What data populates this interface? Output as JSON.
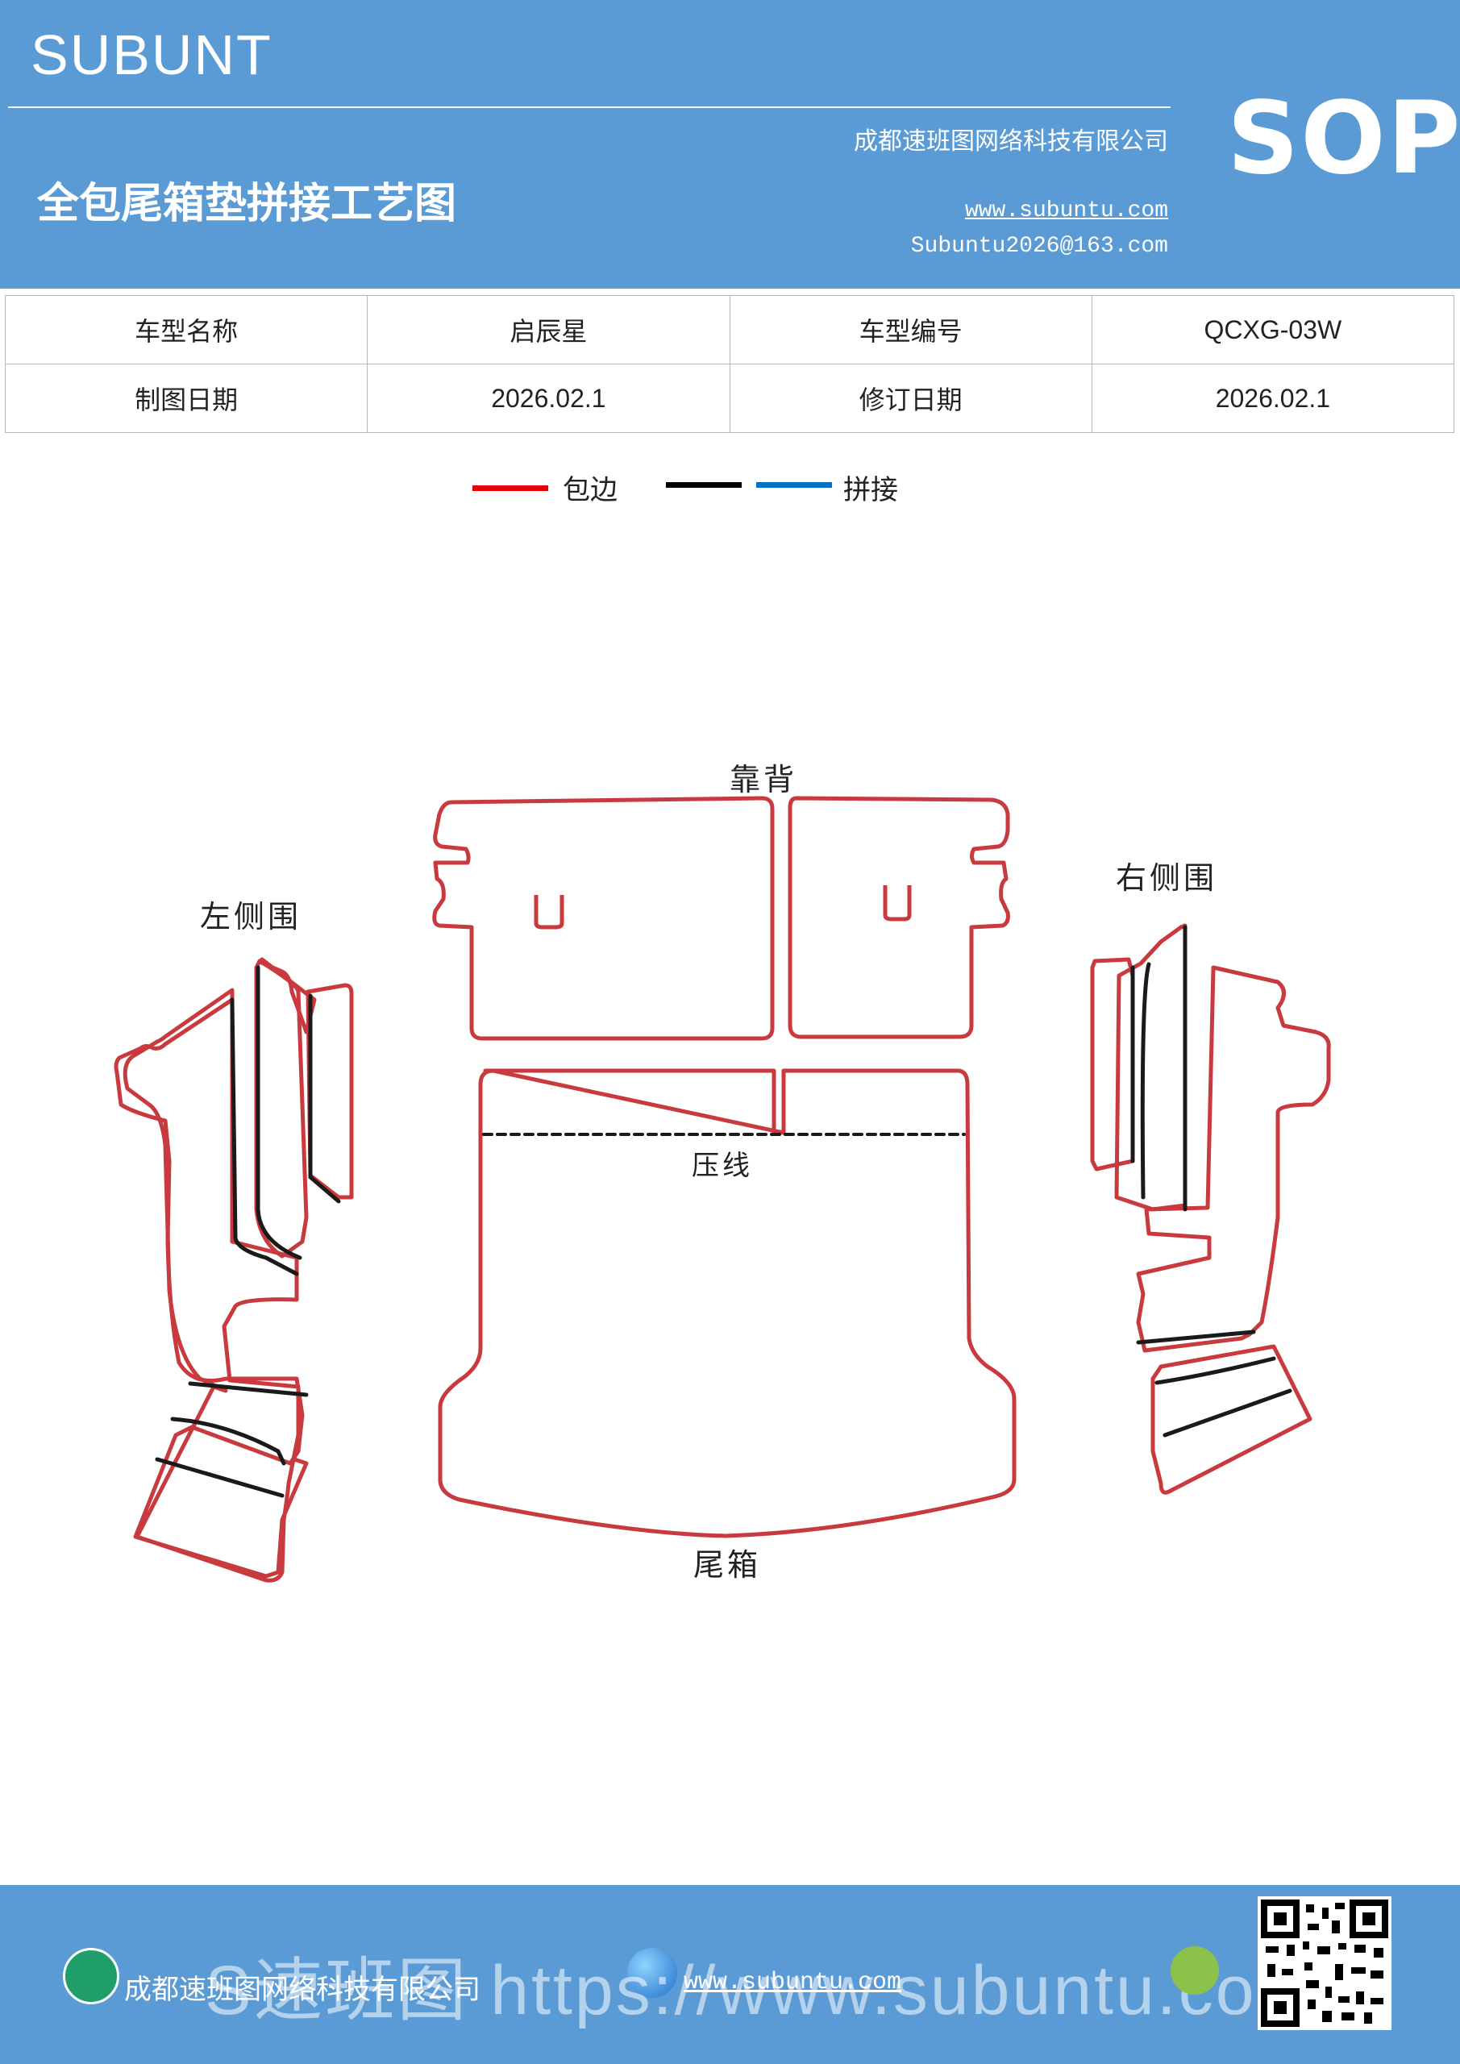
{
  "header": {
    "brand": "SUBUNT",
    "title": "全包尾箱垫拼接工艺图",
    "company": "成都速班图网络科技有限公司",
    "website": "www.subuntu.com",
    "email": "Subuntu2026@163.com",
    "badge": "SOP"
  },
  "info_table": {
    "row1": [
      "车型名称",
      "启辰星",
      "车型编号",
      "QCXG-03W"
    ],
    "row2": [
      "制图日期",
      "2026.02.1",
      "修订日期",
      "2026.02.1"
    ]
  },
  "legend": {
    "edge_label": "包边",
    "splice_label": "拼接",
    "colors": {
      "edge": "#e8000b",
      "black": "#000000",
      "blue": "#0070c0"
    }
  },
  "diagram": {
    "labels": {
      "backrest": "靠背",
      "left_side": "左侧围",
      "right_side": "右侧围",
      "press_line": "压线",
      "trunk": "尾箱"
    },
    "colors": {
      "outline": "#c83a3e",
      "seam": "#1a1a1a"
    }
  },
  "footer": {
    "company": "成都速班图网络科技有限公司",
    "website": "www.subuntu.com",
    "watermark": "S速班图 https://www.subuntu.com"
  }
}
